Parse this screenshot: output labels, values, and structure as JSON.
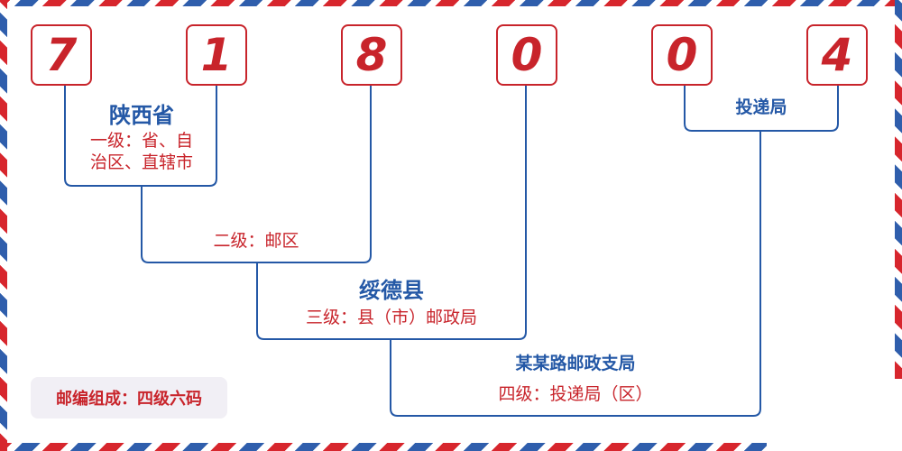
{
  "postcode": {
    "digits": [
      "7",
      "1",
      "8",
      "0",
      "0",
      "4"
    ]
  },
  "levels": {
    "level1": {
      "region": "陕西省",
      "desc_line1": "一级：省、自",
      "desc_line2": "治区、直辖市"
    },
    "level2": {
      "desc": "二级：邮区"
    },
    "level3": {
      "region": "绥德县",
      "desc": "三级：县（市）邮政局"
    },
    "level4": {
      "branch": "某某路邮政支局",
      "desc": "四级：投递局（区）"
    },
    "delivery": {
      "label": "投递局"
    }
  },
  "badge": {
    "text": "邮编组成：四级六码"
  },
  "colors": {
    "red": "#c8242b",
    "blue": "#2458a6",
    "stripe_red": "#d7262d",
    "stripe_blue": "#2f5eac"
  }
}
